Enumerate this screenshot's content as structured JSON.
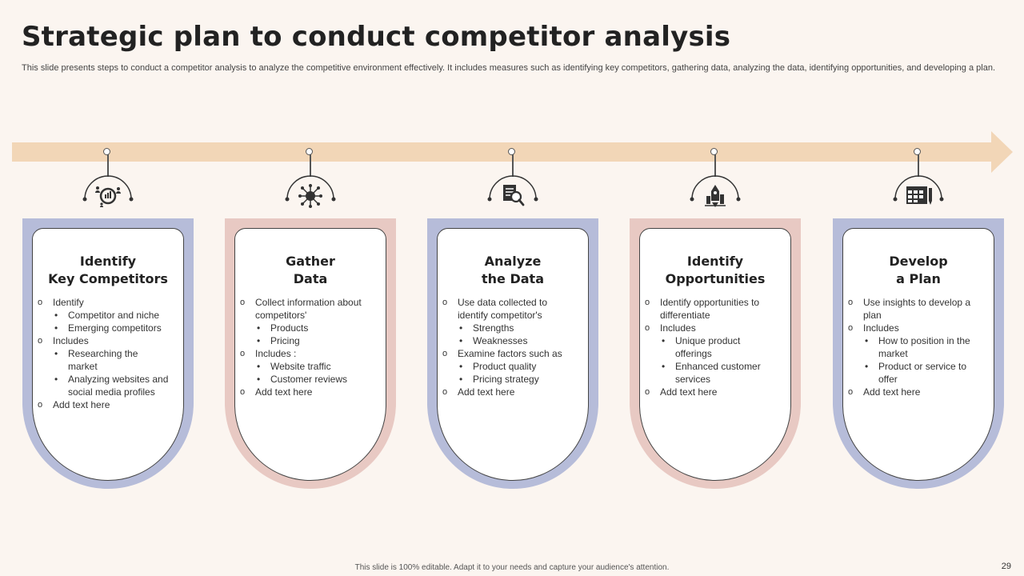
{
  "title": "Strategic plan to conduct competitor analysis",
  "subtitle": "This slide presents steps to conduct a competitor analysis to analyze the competitive environment effectively. It includes measures such as identifying key competitors, gathering data, analyzing the data, identifying opportunities, and developing a plan.",
  "colors": {
    "arrow": "#f2d6b7",
    "blue_frame": "#b6bcd9",
    "pink_frame": "#e8c9c3",
    "background": "#fbf5f0"
  },
  "steps": [
    {
      "icon": "competitors-icon",
      "title_line1": "Identify",
      "title_line2": "Key Competitors",
      "items": [
        {
          "level": 1,
          "text": "Identify"
        },
        {
          "level": 2,
          "text": "Competitor and niche"
        },
        {
          "level": 2,
          "text": "Emerging competitors"
        },
        {
          "level": 1,
          "text": "Includes"
        },
        {
          "level": 2,
          "text": "Researching the market"
        },
        {
          "level": 2,
          "text": "Analyzing websites and social media profiles"
        },
        {
          "level": 1,
          "text": "Add text here"
        }
      ]
    },
    {
      "icon": "network-hub-icon",
      "title_line1": "Gather",
      "title_line2": "Data",
      "items": [
        {
          "level": 1,
          "text": "Collect information about competitors'"
        },
        {
          "level": 2,
          "text": "Products"
        },
        {
          "level": 2,
          "text": "Pricing"
        },
        {
          "level": 1,
          "text": "Includes :"
        },
        {
          "level": 2,
          "text": "Website traffic"
        },
        {
          "level": 2,
          "text": "Customer reviews"
        },
        {
          "level": 1,
          "text": "Add text here"
        }
      ]
    },
    {
      "icon": "document-search-icon",
      "title_line1": "Analyze",
      "title_line2": "the Data",
      "items": [
        {
          "level": 1,
          "text": "Use data collected to identify competitor's"
        },
        {
          "level": 2,
          "text": "Strengths"
        },
        {
          "level": 2,
          "text": "Weaknesses"
        },
        {
          "level": 1,
          "text": "Examine factors such as"
        },
        {
          "level": 2,
          "text": "Product quality"
        },
        {
          "level": 2,
          "text": "Pricing strategy"
        },
        {
          "level": 1,
          "text": "Add text here"
        }
      ]
    },
    {
      "icon": "rocket-growth-icon",
      "title_line1": "Identify",
      "title_line2": "Opportunities",
      "items": [
        {
          "level": 1,
          "text": "Identify opportunities to differentiate"
        },
        {
          "level": 1,
          "text": "Includes"
        },
        {
          "level": 2,
          "text": "Unique product offerings"
        },
        {
          "level": 2,
          "text": "Enhanced customer services"
        },
        {
          "level": 1,
          "text": "Add text here"
        }
      ]
    },
    {
      "icon": "calendar-plan-icon",
      "title_line1": "Develop",
      "title_line2": "a Plan",
      "items": [
        {
          "level": 1,
          "text": "Use insights to develop a plan"
        },
        {
          "level": 1,
          "text": "Includes"
        },
        {
          "level": 2,
          "text": "How to position in the market"
        },
        {
          "level": 2,
          "text": "Product or service to offer"
        },
        {
          "level": 1,
          "text": "Add text here"
        }
      ]
    }
  ],
  "footer": "This slide is 100% editable. Adapt it to your needs and capture your audience's attention.",
  "page_number": "29"
}
